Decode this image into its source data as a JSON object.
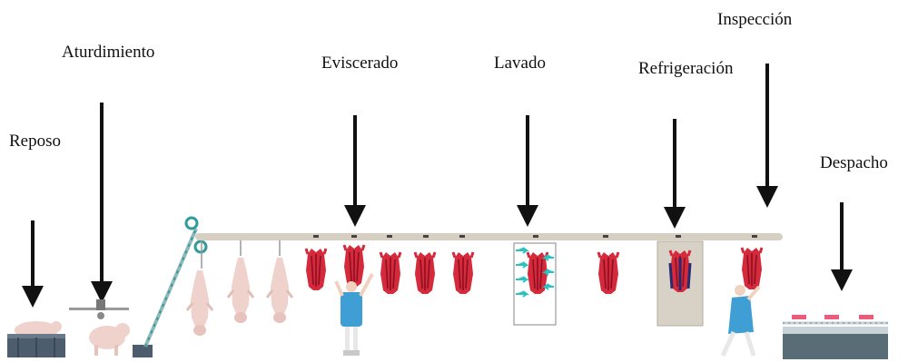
{
  "stages": [
    {
      "id": "reposo",
      "label": "Reposo"
    },
    {
      "id": "aturdimiento",
      "label": "Aturdimiento"
    },
    {
      "id": "eviscerado",
      "label": "Eviscerado"
    },
    {
      "id": "lavado",
      "label": "Lavado"
    },
    {
      "id": "refrigeracion",
      "label": "Refrigeración"
    },
    {
      "id": "inspeccion",
      "label": "Inspección"
    },
    {
      "id": "despacho",
      "label": "Despacho"
    }
  ],
  "colors": {
    "carcass_red": "#d42a3c",
    "pig_pink": "#efd2cc",
    "rail": "#d7d0c2",
    "worker_blue": "#3f9fd4",
    "arrow": "#111111",
    "pen": "#4e5d6e",
    "spray": "#27c3c3",
    "cooler": "#d8d2c6",
    "dispatch_tray": "#ee5a7a"
  }
}
